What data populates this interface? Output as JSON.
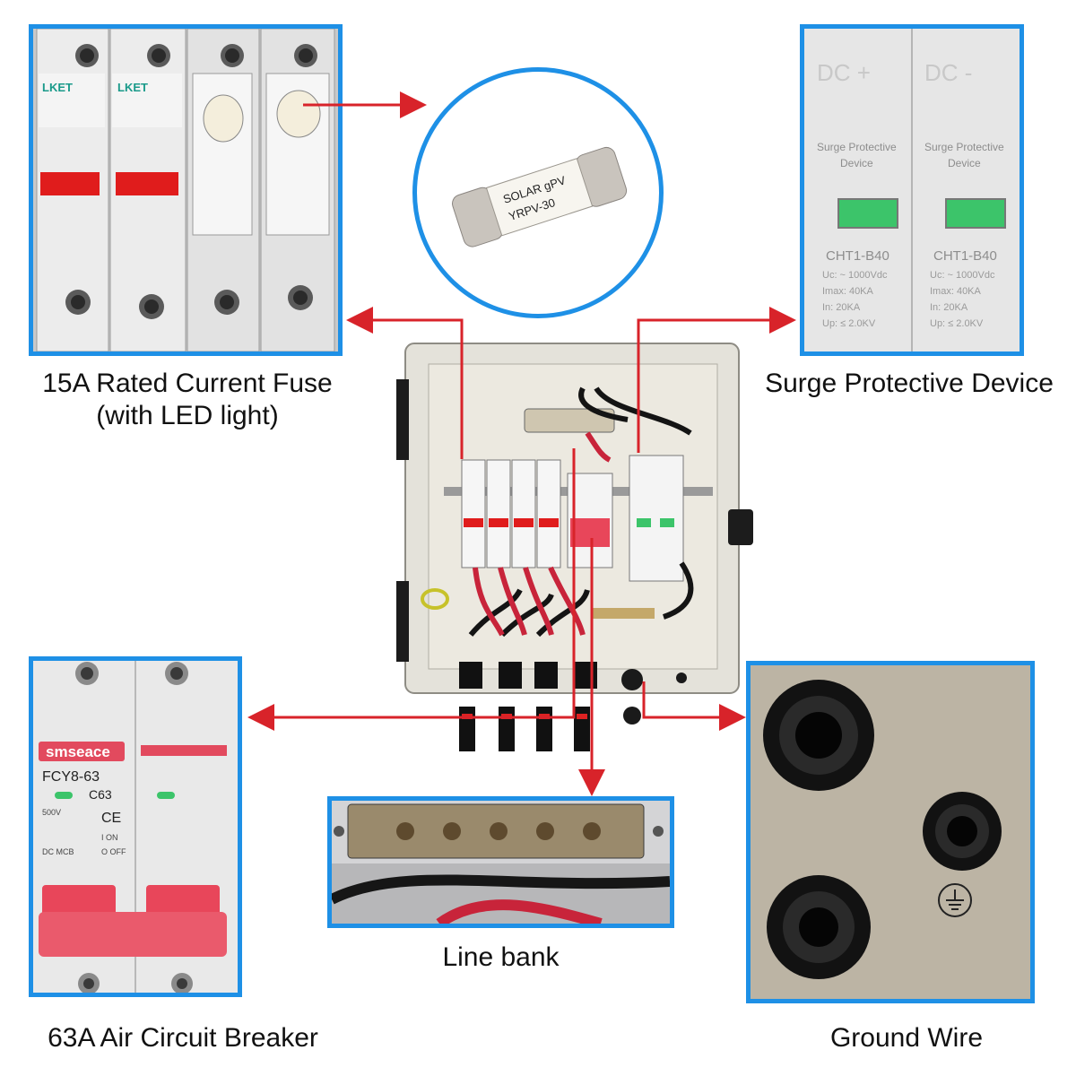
{
  "captions": {
    "fuse_line1": "15A Rated Current Fuse",
    "fuse_line2": "(with LED light)",
    "spd": "Surge Protective Device",
    "breaker": "63A Air Circuit Breaker",
    "line_bank": "Line bank",
    "ground": "Ground Wire"
  },
  "fuse_panel": {
    "brand": "LKET"
  },
  "fuse_closeup": {
    "line1": "SOLAR gPV",
    "line2": "YRPV-30"
  },
  "spd_panel": {
    "pole_plus": "DC +",
    "pole_minus": "DC -",
    "label_line1": "Surge Protective",
    "label_line2": "Device",
    "model": "CHT1-B40",
    "uc": "Uc: ~ 1000Vdc",
    "imax": "Imax: 40KA",
    "in": "In: 20KA",
    "up": "Up: ≤ 2.0KV"
  },
  "breaker_panel": {
    "brand": "smseace",
    "model": "FCY8-63",
    "rating": "C63",
    "voltage": "500V",
    "ce": "CE",
    "on": "I ON",
    "off": "O OFF",
    "type": "DC MCB"
  },
  "colors": {
    "frame_blue": "#1e90e6",
    "arrow_red": "#d8232a",
    "breaker_red": "#e8465a",
    "indicator_green": "#3cc46a"
  }
}
